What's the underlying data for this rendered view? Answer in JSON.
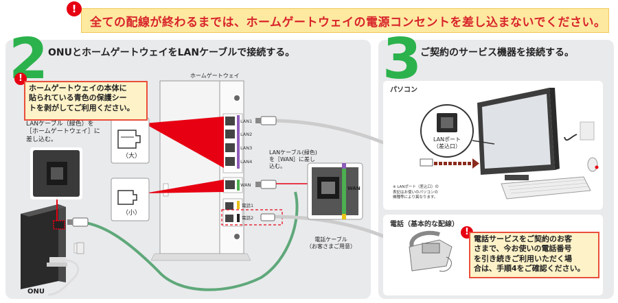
{
  "warning_banner": {
    "text": "全ての配線が終わるまでは、ホームゲートウェイの電源コンセントを差し込まないでください。"
  },
  "step2": {
    "number": "2",
    "title": "ONUとホームゲートウェイをLANケーブルで接続する。",
    "gateway_label": "ホームゲートウェイ",
    "protective_sheet_note": "ホームゲートウェイの本体に\n貼られている青色の保護シー\nトを剥がしてご利用ください。",
    "lan_cable_instruction": "LANケーブル（緑色）を\n［ホームゲートウェイ］に\n差し込む。",
    "connector_large_label": "（大）",
    "connector_small_label": "（小）",
    "wan_instruction": "LANケーブル(緑色)\nを［WAN］に差し\n込む。",
    "wan_port_label": "WAN",
    "port_labels": [
      "LAN1",
      "LAN2",
      "LAN3",
      "LAN4",
      "WAN",
      "電話1",
      "電話2"
    ],
    "phone_cable_label": "電話ケーブル\n（お客さまご用意）",
    "onu_label": "ONU"
  },
  "step3": {
    "number": "3",
    "title": "ご契約のサービス機器を接続する。",
    "pc_card_title": "パソコン",
    "lan_port_label": "LANポート\n（差込口）",
    "lan_port_footnote": "※ LANポート（差込口）の\n表記はお使いのパソコンの\n機種等により異なります。",
    "phone_card_title": "電話（基本的な配線）",
    "phone_note": "電話サービスをご契約のお客\nさまで、今お使いの電話番号\nを引き続きご利用いただく場\n合は、手順4をご確認ください。"
  },
  "colors": {
    "accent_red": "#e60012",
    "step_green": "#2bb24c",
    "cable_green": "#5fa87a",
    "banner_bg": "#fde9a0",
    "panel_bg": "#e9eaec",
    "note_bg": "#fdf2c8"
  }
}
